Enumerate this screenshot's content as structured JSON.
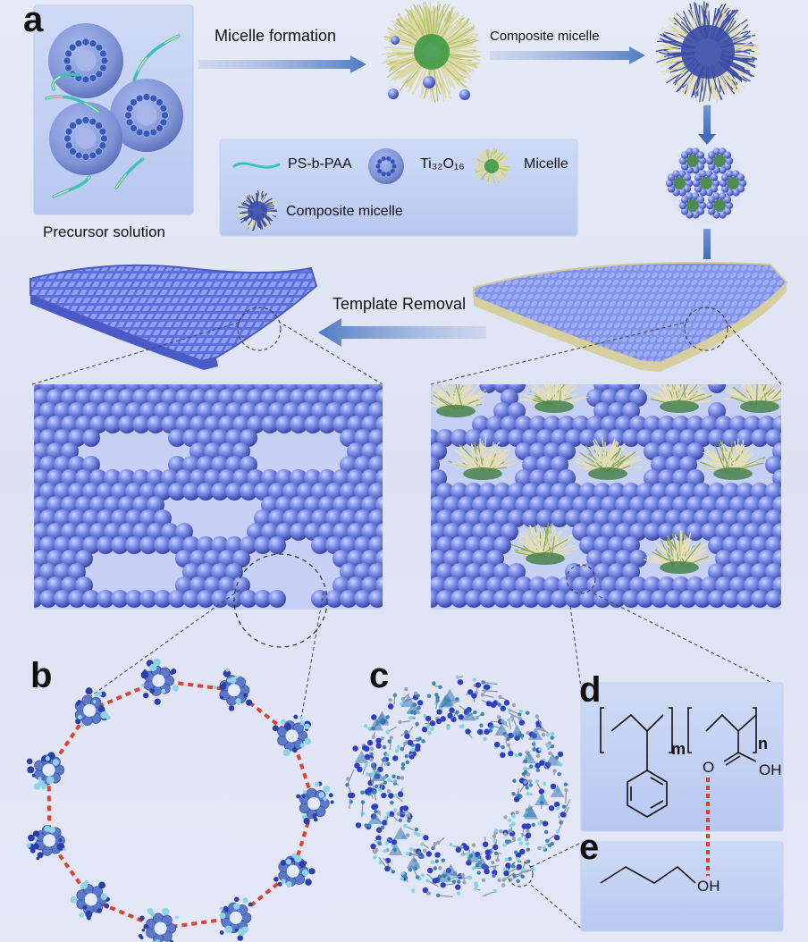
{
  "panel_a": {
    "letter": "a",
    "precursor_caption": "Precursor solution",
    "arrow_micelle_formation": "Micelle formation",
    "arrow_composite_micelle": "Composite micelle",
    "arrow_template_removal": "Template Removal",
    "legend": {
      "item1": "PS-b-PAA",
      "item2": "Ti₃₂O₁₆",
      "item3": "Micelle",
      "item4": "Composite micelle"
    }
  },
  "panel_b": {
    "letter": "b"
  },
  "panel_c": {
    "letter": "c"
  },
  "panel_d": {
    "letter": "d",
    "m": "m",
    "n": "n",
    "carbonyl_o": "O",
    "hydroxyl": "OH"
  },
  "panel_e": {
    "letter": "e",
    "hydroxyl": "OH"
  },
  "colors": {
    "sphere": "#6f82e4",
    "sphere_dark": "#4252b8",
    "micelle_fiber": "#d9d3a1",
    "micelle_core": "#3f9a46",
    "hbond": "#d9442e",
    "polymer_chain": "#3fc0b4"
  }
}
